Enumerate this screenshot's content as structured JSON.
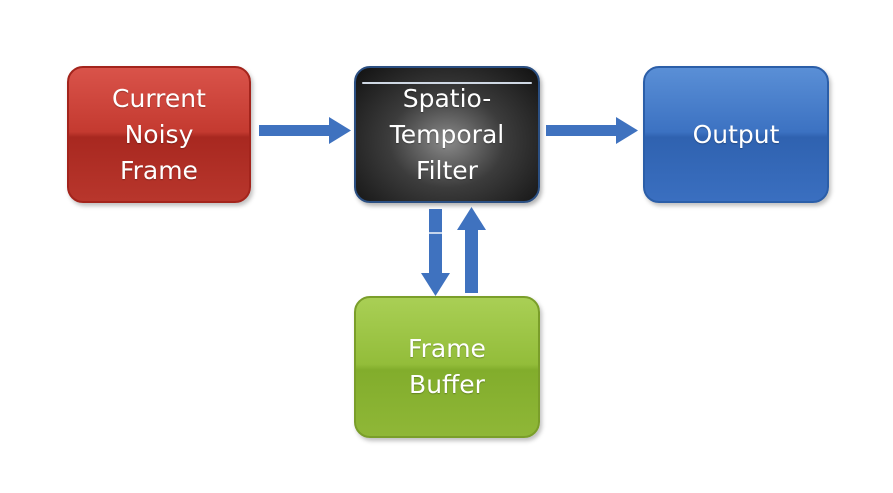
{
  "nodes": {
    "input": "Current\nNoisy\nFrame",
    "filter": "Spatio-\nTemporal\nFilter",
    "output": "Output",
    "buffer": "Frame\nBuffer"
  },
  "colors": {
    "input": "#c43a30",
    "filter": "#2a2a2a",
    "output": "#3c72c2",
    "buffer": "#93bd3a",
    "arrow": "#3f72bf"
  }
}
